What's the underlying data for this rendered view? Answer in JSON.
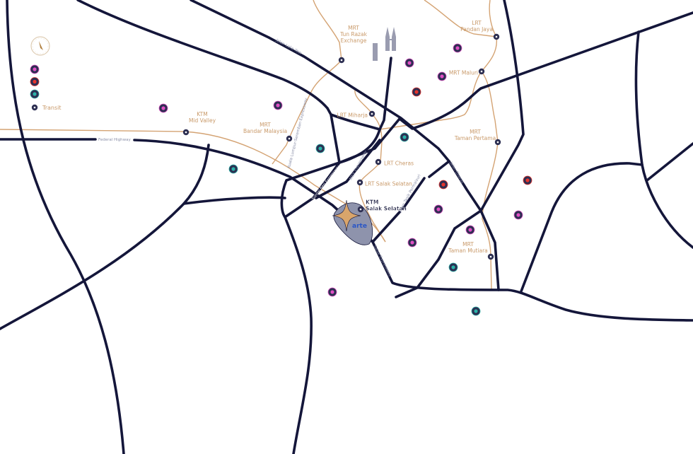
{
  "legend": {
    "items": [
      {
        "category": "pink",
        "label": ""
      },
      {
        "category": "red",
        "label": ""
      },
      {
        "category": "teal",
        "label": ""
      },
      {
        "category": "transit",
        "label": "Transit"
      }
    ]
  },
  "colors": {
    "road": "#14163a",
    "rail": "#d4a373",
    "pink": "#e04fc4",
    "red": "#e8342c",
    "teal": "#2ab3a8",
    "transit": "#ffffff",
    "marker_ring": "#2d2f52",
    "brand": "#d9a56b",
    "brand_text": "#2a56c6"
  },
  "compass": {
    "icon": "compass-icon"
  },
  "stations": [
    {
      "lines": [
        "KTM",
        "Mid Valley"
      ]
    },
    {
      "lines": [
        "MRT",
        "Bandar Malaysia"
      ]
    },
    {
      "lines": [
        "MRT",
        "Tun Razak",
        "Exchange"
      ]
    },
    {
      "lines": [
        "LRT Miharja"
      ]
    },
    {
      "lines": [
        "LRT Cheras"
      ]
    },
    {
      "lines": [
        "LRT Salak Selatan"
      ]
    },
    {
      "lines": [
        "KTM",
        "Salak Selatan"
      ]
    },
    {
      "lines": [
        "LRT",
        "Pandan Jaya"
      ]
    },
    {
      "lines": [
        "MRT Maluri"
      ]
    },
    {
      "lines": [
        "MRT",
        "Taman Pertama"
      ]
    },
    {
      "lines": [
        "MRT",
        "Taman Mutiara"
      ]
    }
  ],
  "roads": [
    "Jalan Loke Yew",
    "Federal Highway",
    "Kuala Lumpur-Seremban Expressway",
    "Sungai Besi Expressway",
    "MEX Expressway",
    "Jalan Tasik Permaisuri",
    "Jalan Cheras",
    "Salak Expressway"
  ],
  "pois": {
    "pink_count": 11,
    "red_count": 4,
    "teal_count": 6
  },
  "landmarks": {
    "towers_icon": "twin-towers-icon",
    "brand_logo": "arte"
  }
}
